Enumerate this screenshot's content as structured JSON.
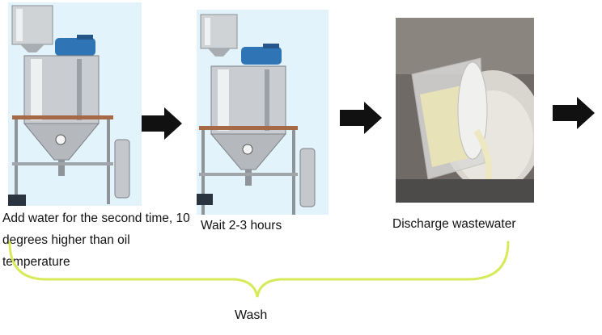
{
  "steps": [
    {
      "caption": "Add water for the second time, 10 degrees higher than oil temperature"
    },
    {
      "caption": "Wait 2-3 hours"
    },
    {
      "caption": "Discharge wastewater"
    }
  ],
  "group_label": "Wash",
  "colors": {
    "brace": "#d7ea5c",
    "arrow": "#111111",
    "photo_bg": "#e3f3fb",
    "steel": "#c9ccd0",
    "motor": "#2f74b5"
  },
  "icons": [
    "right-arrow-icon",
    "right-arrow-icon",
    "right-arrow-icon"
  ]
}
